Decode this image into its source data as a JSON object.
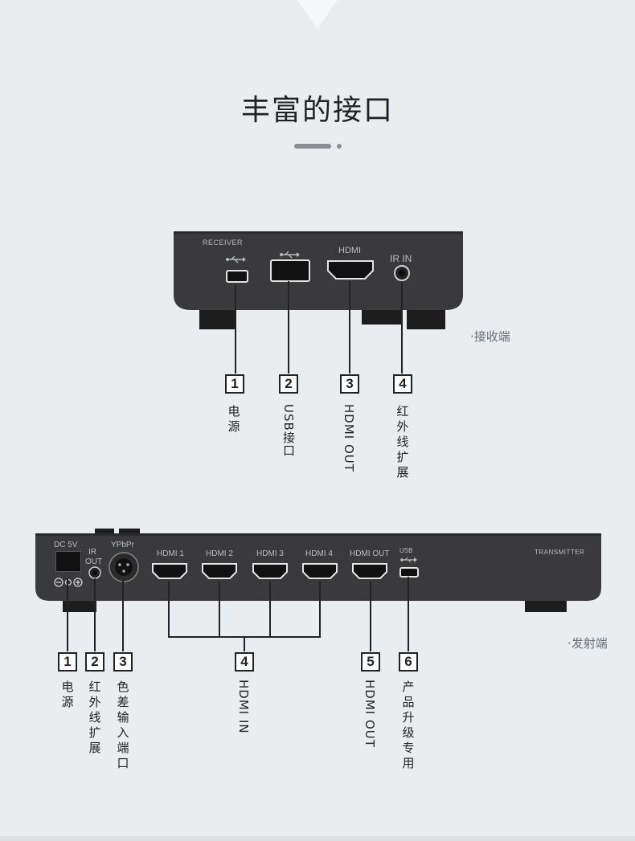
{
  "header": {
    "title": "丰富的接口"
  },
  "receiver": {
    "brand": "RECEIVER",
    "side_label": "·接收端",
    "port_labels": {
      "hdmi": "HDMI",
      "ir_in": "IR IN"
    },
    "callouts": [
      {
        "num": "1",
        "text": "电源"
      },
      {
        "num": "2",
        "text": "USB接口"
      },
      {
        "num": "3",
        "text": "HDMI OUT"
      },
      {
        "num": "4",
        "text": "红外线扩展"
      }
    ]
  },
  "transmitter": {
    "brand": "TRANSMITTER",
    "side_label": "·发射端",
    "port_labels": {
      "dc": "DC 5V",
      "ir_out_1": "IR",
      "ir_out_2": "OUT",
      "ypbpr": "YPbPr",
      "hdmi1": "HDMI 1",
      "hdmi2": "HDMI 2",
      "hdmi3": "HDMI 3",
      "hdmi4": "HDMI 4",
      "hdmi_out": "HDMI OUT",
      "usb": "USB"
    },
    "callouts": [
      {
        "num": "1",
        "text": "电源"
      },
      {
        "num": "2",
        "text": "红外线扩展"
      },
      {
        "num": "3",
        "text": "色差输入端口"
      },
      {
        "num": "4",
        "text": "HDMI IN"
      },
      {
        "num": "5",
        "text": "HDMI OUT"
      },
      {
        "num": "6",
        "text": "产品升级专用"
      }
    ]
  }
}
